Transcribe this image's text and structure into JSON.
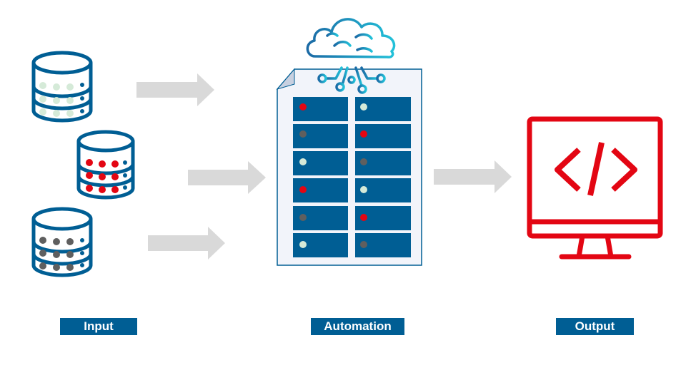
{
  "labels": {
    "input": "Input",
    "automation": "Automation",
    "output": "Output"
  },
  "colors": {
    "blue": "#005e94",
    "red": "#e30613",
    "light_green": "#d5ead8",
    "gray_dot": "#5f5f5f",
    "arrow": "#d9d9d9",
    "cloud_dark": "#1b6aa5",
    "cloud_light": "#22c1d9"
  },
  "icons": {
    "databases": [
      "database-icon-green",
      "database-icon-red",
      "database-icon-gray"
    ],
    "automation": "server-document-icon",
    "cloud": "cloud-network-icon",
    "output": "monitor-code-icon"
  }
}
